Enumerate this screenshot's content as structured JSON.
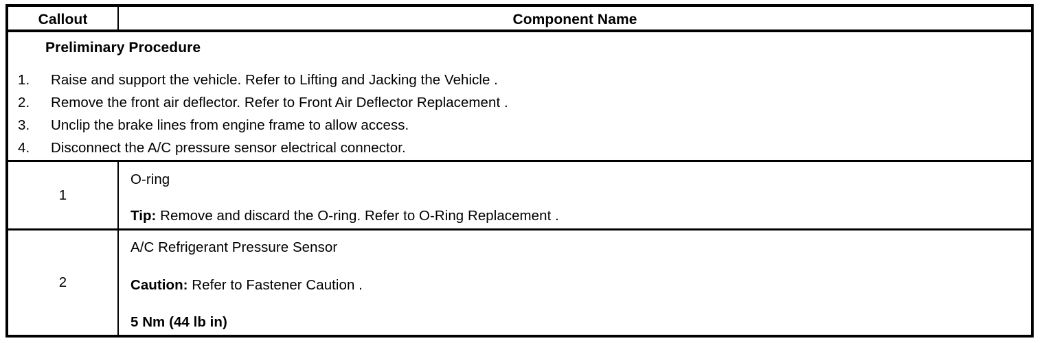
{
  "document": {
    "type": "service-procedure-table",
    "background_color": "#ffffff",
    "text_color": "#000000",
    "border_color": "#000000"
  },
  "table": {
    "header": {
      "callout_label": "Callout",
      "component_label": "Component Name"
    },
    "preliminary": {
      "title": "Preliminary Procedure",
      "steps": [
        {
          "number": "1.",
          "text": "Raise and support the vehicle. Refer to Lifting and Jacking the Vehicle ."
        },
        {
          "number": "2.",
          "text": "Remove the front air deflector. Refer to Front Air Deflector Replacement ."
        },
        {
          "number": "3.",
          "text": "Unclip the brake lines from engine frame to allow access."
        },
        {
          "number": "4.",
          "text": "Disconnect the A/C pressure sensor electrical connector."
        }
      ]
    },
    "rows": [
      {
        "callout": "1",
        "name": "O-ring",
        "note_label": "Tip:",
        "note_text": " Remove and discard the O-ring. Refer to O-Ring Replacement .",
        "torque": ""
      },
      {
        "callout": "2",
        "name": "A/C Refrigerant Pressure Sensor",
        "note_label": "Caution:",
        "note_text": " Refer to Fastener Caution .",
        "torque": "5 Nm (44 lb in)"
      }
    ]
  }
}
